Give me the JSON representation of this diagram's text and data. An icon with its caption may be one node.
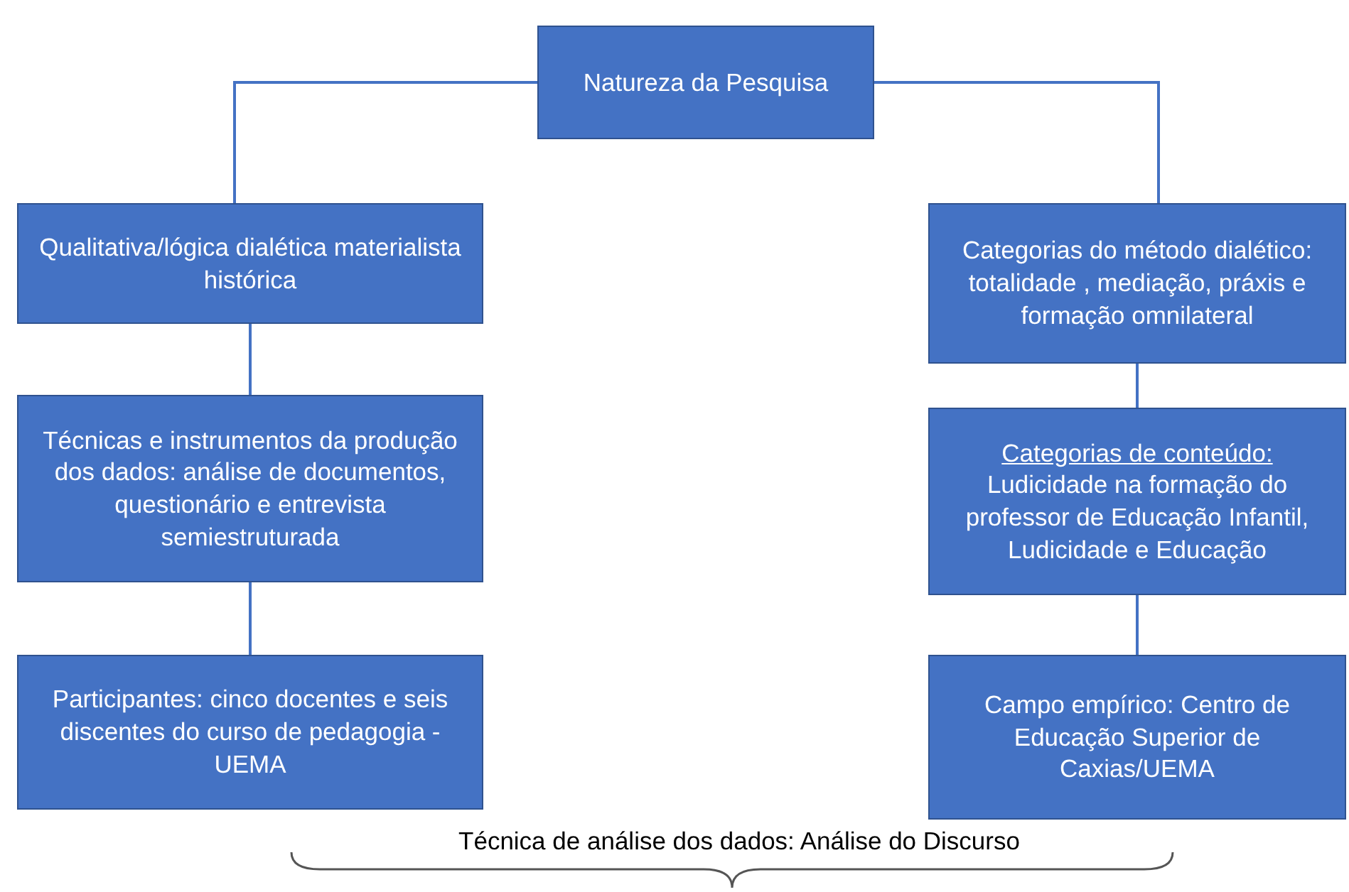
{
  "diagram": {
    "nodes": [
      {
        "text": [
          "Natureza da Pesquisa"
        ]
      },
      {
        "text": [
          "Qualitativa/lógica dialética materialista histórica"
        ]
      },
      {
        "text": [
          "Técnicas e instrumentos da produção dos dados: análise de documentos, questionário e entrevista semiestruturada"
        ]
      },
      {
        "text": [
          "Participantes: cinco docentes e seis discentes do curso de pedagogia -UEMA"
        ]
      },
      {
        "text": [
          "Categorias do método dialético: totalidade , mediação, práxis e formação omnilateral"
        ]
      },
      {
        "text": [
          "Categorias de conteúdo:",
          "Ludicidade na formação do professor de Educação Infantil, Ludicidade e Educação"
        ]
      },
      {
        "text": [
          "Campo empírico: Centro de Educação Superior de Caxias/UEMA"
        ]
      }
    ],
    "edges": [
      {
        "from": 0,
        "to": 1,
        "arrow": "none"
      },
      {
        "from": 0,
        "to": 4,
        "arrow": "none"
      },
      {
        "from": 1,
        "to": 2,
        "arrow": "none"
      },
      {
        "from": 2,
        "to": 3,
        "arrow": "none"
      },
      {
        "from": 4,
        "to": 5,
        "arrow": "none"
      },
      {
        "from": 5,
        "to": 6,
        "arrow": "none"
      }
    ],
    "labels": [
      "Técnica de análise dos dados: Análise do Discurso"
    ]
  }
}
